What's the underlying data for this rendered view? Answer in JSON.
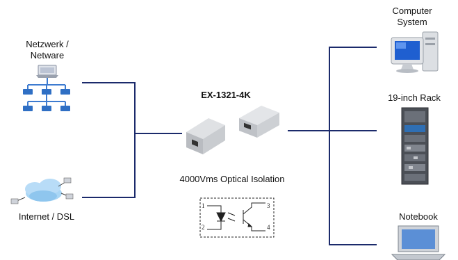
{
  "labels": {
    "network": "Netzwerk / Netware",
    "internet": "Internet / DSL",
    "product": "EX-1321-4K",
    "isolation": "4000Vms Optical Isolation",
    "computer": "Computer System",
    "rack": "19-inch Rack",
    "notebook": "Notebook"
  },
  "optocoupler": {
    "pins": [
      "1",
      "2",
      "3",
      "4"
    ]
  },
  "colors": {
    "line": "#1b2a6b"
  },
  "icons": {
    "network": "network-tree-icon",
    "internet": "cloud-internet-icon",
    "device": "usb-hub-device-icon",
    "optocoupler": "optocoupler-schematic-icon",
    "computer": "desktop-computer-icon",
    "rack": "server-rack-icon",
    "notebook": "laptop-icon"
  }
}
